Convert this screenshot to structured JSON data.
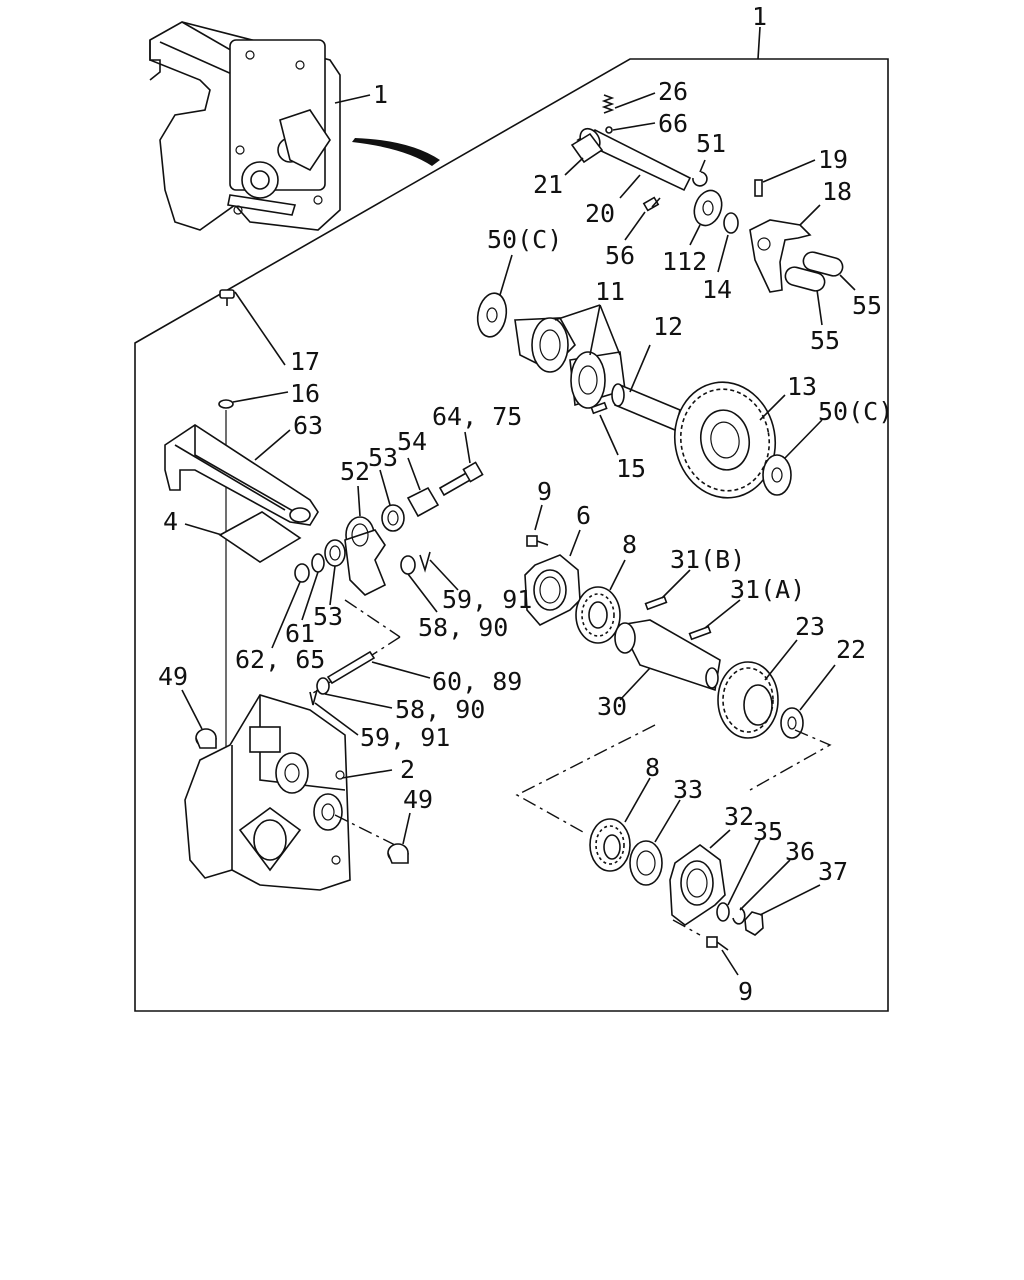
{
  "labels": {
    "l_1_top": "1",
    "l_1_left": "1",
    "l_26": "26",
    "l_66": "66",
    "l_51": "51",
    "l_19": "19",
    "l_21": "21",
    "l_18": "18",
    "l_20": "20",
    "l_56": "56",
    "l_112": "112",
    "l_14": "14",
    "l_55a": "55",
    "l_55b": "55",
    "l_50c_a": "50(C)",
    "l_11": "11",
    "l_12": "12",
    "l_13": "13",
    "l_50c_b": "50(C)",
    "l_15": "15",
    "l_17": "17",
    "l_16": "16",
    "l_63": "63",
    "l_64_75": "64, 75",
    "l_53a": "53",
    "l_54": "54",
    "l_52": "52",
    "l_4": "4",
    "l_9a": "9",
    "l_6": "6",
    "l_8a": "8",
    "l_31b": "31(B)",
    "l_31a": "31(A)",
    "l_59_91a": "59, 91",
    "l_61": "61",
    "l_53b": "53",
    "l_58_90a": "58, 90",
    "l_23": "23",
    "l_22": "22",
    "l_62_65": "62, 65",
    "l_60_89": "60, 89",
    "l_49a": "49",
    "l_58_90b": "58, 90",
    "l_30": "30",
    "l_59_91b": "59, 91",
    "l_2": "2",
    "l_8b": "8",
    "l_33": "33",
    "l_49b": "49",
    "l_32": "32",
    "l_35": "35",
    "l_36": "36",
    "l_37": "37",
    "l_9b": "9"
  }
}
